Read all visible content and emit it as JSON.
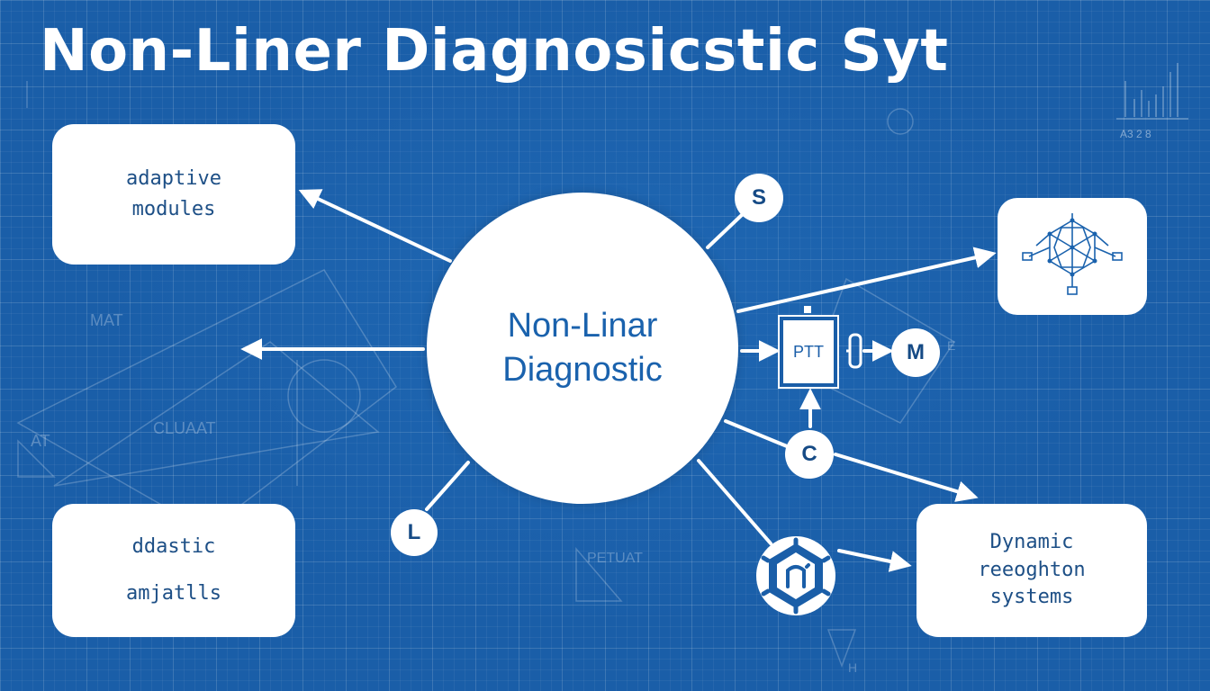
{
  "title": "Non-Liner Diagnosicstic Syt",
  "hub": {
    "line1": "Non-Linar",
    "line2": "Diagnostic"
  },
  "cards": {
    "top_left": {
      "line1": "adaptive",
      "line2": "modules"
    },
    "bottom_left": {
      "line1": "ddastic",
      "line2": "amjatlls"
    },
    "bottom_right": {
      "line1": "Dynamic",
      "line2": "reeoghton",
      "line3": "systems"
    }
  },
  "nodes": {
    "s": "S",
    "l": "L",
    "c": "C",
    "m": "M",
    "ptt": "PTT"
  },
  "background_labels": {
    "mat": "MAT",
    "cluaat": "CLUAAT",
    "at": "AT",
    "petuat": "PETUAT",
    "h": "H",
    "e": "E",
    "chart_ticks": "A3   2   8"
  },
  "colors": {
    "background": "#1a5ea8",
    "card": "#ffffff",
    "text_dark": "#1d4f86",
    "hub_text": "#1a62ad"
  }
}
